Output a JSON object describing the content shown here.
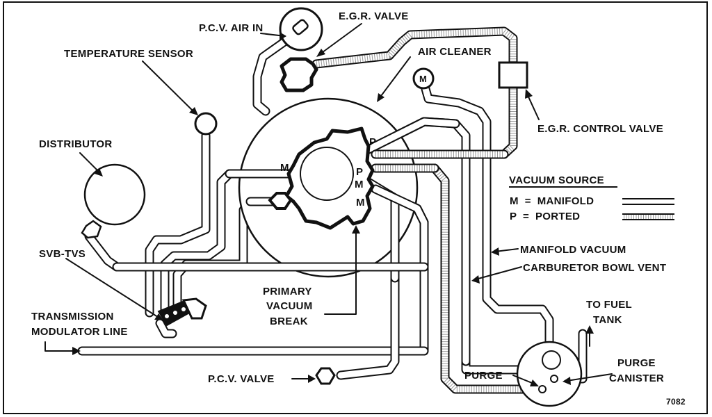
{
  "labels": {
    "pcv_air_in": "P.C.V. AIR IN",
    "egr_valve": "E.G.R. VALVE",
    "temperature_sensor": "TEMPERATURE SENSOR",
    "air_cleaner": "AIR CLEANER",
    "egr_control_valve": "E.G.R. CONTROL VALVE",
    "distributor": "DISTRIBUTOR",
    "svb_tvs": "SVB-TVS",
    "transmission_modulator_line_1": "TRANSMISSION",
    "transmission_modulator_line_2": "MODULATOR LINE",
    "primary_vacuum_break_1": "PRIMARY",
    "primary_vacuum_break_2": "VACUUM",
    "primary_vacuum_break_3": "BREAK",
    "manifold_vacuum": "MANIFOLD VACUUM",
    "carburetor_bowl_vent": "CARBURETOR BOWL VENT",
    "to_fuel_tank_1": "TO FUEL",
    "to_fuel_tank_2": "TANK",
    "purge_canister_1": "PURGE",
    "purge_canister_2": "CANISTER",
    "purge": "PURGE",
    "pcv_valve": "P.C.V. VALVE",
    "figure_number": "7082"
  },
  "port_labels": {
    "m_left": "M",
    "p_top": "P",
    "p_mid": "P",
    "m_mid": "M",
    "m_low": "M",
    "m_gauge": "M"
  },
  "legend": {
    "title": "VACUUM SOURCE",
    "items": [
      {
        "text": "M  =  MANIFOLD",
        "style": "plain"
      },
      {
        "text": "P  =  PORTED",
        "style": "dotted"
      }
    ]
  }
}
